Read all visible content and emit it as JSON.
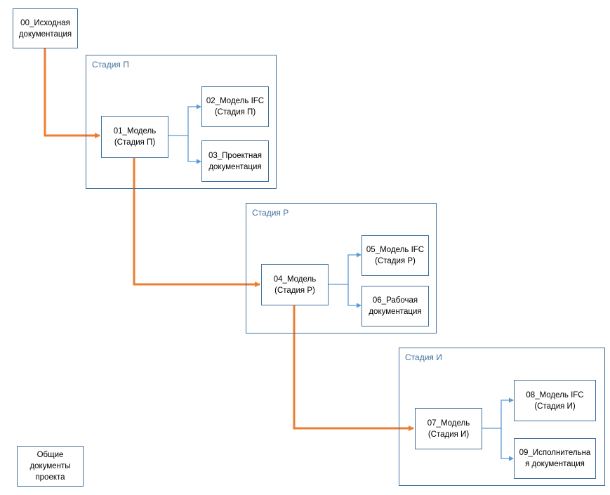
{
  "nodes": {
    "n00": "00_Исходная\nдокументация",
    "n01": "01_Модель\n(Стадия П)",
    "n02": "02_Модель IFC\n(Стадия П)",
    "n03": "03_Проектная\nдокументация",
    "n04": "04_Модель\n(Стадия Р)",
    "n05": "05_Модель IFC\n(Стадия Р)",
    "n06": "06_Рабочая\nдокументация",
    "n07": "07_Модель\n(Стадия И)",
    "n08": "08_Модель IFC\n(Стадия И)",
    "n09": "09_Исполнительна\nя документация",
    "common": "Общие\nдокументы\nпроекта"
  },
  "stages": {
    "p": "Стадия П",
    "r": "Стадия Р",
    "i": "Стадия И"
  },
  "colors": {
    "main_flow": "#ed7d31",
    "branch": "#5b9bd5",
    "border": "#41719c"
  }
}
